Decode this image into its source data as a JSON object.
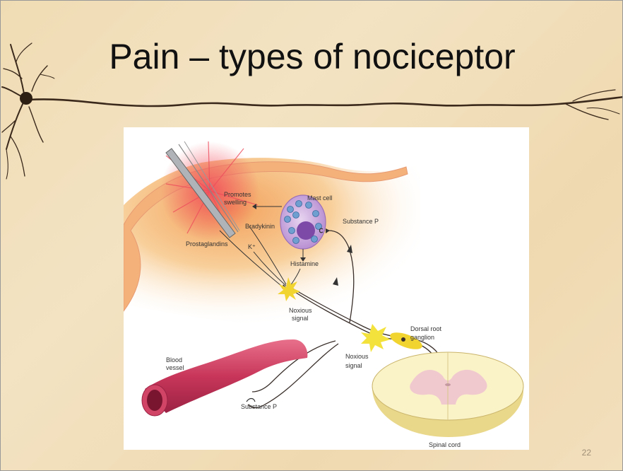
{
  "slide": {
    "title": "Pain – types of nociceptor",
    "slide_number": "22"
  },
  "figure": {
    "labels": {
      "promotes_swelling_1": "Promotes",
      "promotes_swelling_2": "swelling",
      "mast_cell": "Mast cell",
      "substance_p_top": "Substance P",
      "bradykinin": "Bradykinin",
      "prostaglandins": "Prostaglandins",
      "k_plus": "K⁺",
      "histamine": "Histamine",
      "noxious_signal_1a": "Noxious",
      "noxious_signal_1b": "signal",
      "dorsal_root_ganglion_1": "Dorsal root",
      "dorsal_root_ganglion_2": "ganglion",
      "noxious_signal_2a": "Noxious",
      "noxious_signal_2b": "signal",
      "blood_vessel_1": "Blood",
      "blood_vessel_2": "vessel",
      "substance_p_bottom": "Substance P",
      "spinal_cord": "Spinal cord"
    }
  },
  "colors": {
    "slide_background": "#f0dcb4",
    "skin": "#f4b27a",
    "skin_edge": "#e79a72",
    "inflammation": "#e8505a",
    "mast_cell": "#c7a3d8",
    "granule": "#6f9fd0",
    "blood_vessel": "#c8365a",
    "nerve": "#3a2f2a",
    "ganglion": "#f2d430",
    "spinal_cord": "#fbf3c8",
    "gray_matter": "#f0c9cf"
  }
}
